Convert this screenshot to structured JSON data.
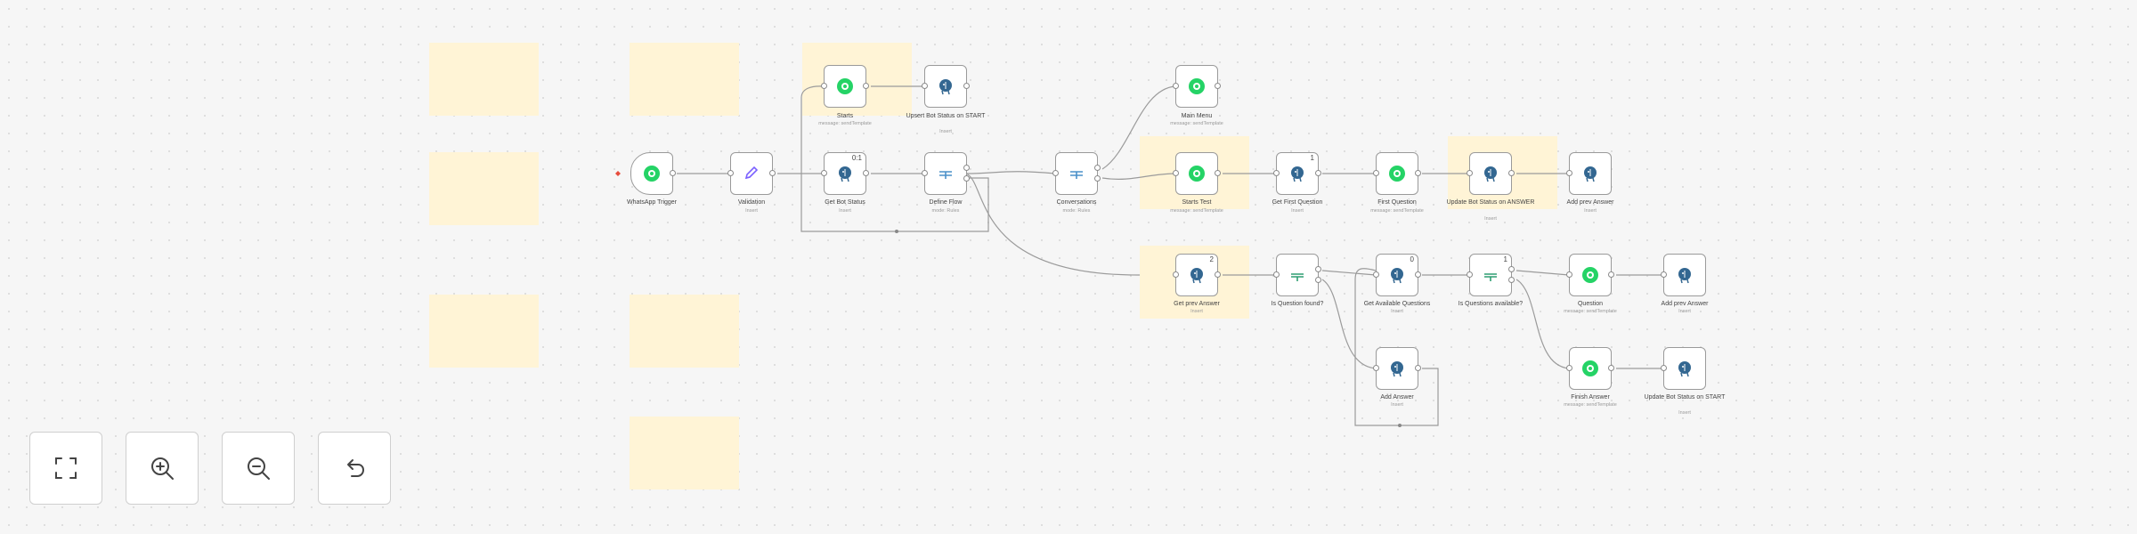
{
  "nodes": {
    "whatsapp_trigger": {
      "label": "WhatsApp Trigger",
      "sub": ""
    },
    "validation": {
      "label": "Validation",
      "sub": "Insert"
    },
    "starts": {
      "label": "Starts",
      "sub": "message: sendTemplate"
    },
    "upsert_bot_status": {
      "label": "Upsert Bot Status on START",
      "sub": "Insert"
    },
    "get_bot_status": {
      "label": "Get Bot Status",
      "sub": "Insert",
      "badge": "0:1"
    },
    "define_flow": {
      "label": "Define Flow",
      "sub": "mode: Rules"
    },
    "conversations": {
      "label": "Conversations",
      "sub": "mode: Rules"
    },
    "main_menu": {
      "label": "Main Menu",
      "sub": "message: sendTemplate"
    },
    "starts_test": {
      "label": "Starts Test",
      "sub": "message: sendTemplate"
    },
    "get_first_question": {
      "label": "Get First Question",
      "sub": "Insert",
      "badge": "1"
    },
    "first_question": {
      "label": "First Question",
      "sub": "message: sendTemplate"
    },
    "update_bot_status_answer": {
      "label": "Update Bot Status on ANSWER",
      "sub": "Insert"
    },
    "add_prev_answer_top": {
      "label": "Add prev Answer",
      "sub": "Insert"
    },
    "get_prev_answer": {
      "label": "Get prev Answer",
      "sub": "Insert",
      "badge": "2"
    },
    "is_question_found": {
      "label": "Is Question found?",
      "sub": ""
    },
    "get_available_questions": {
      "label": "Get Available Questions",
      "sub": "Insert",
      "badge": "0"
    },
    "is_questions_available": {
      "label": "Is Questions available?",
      "sub": "",
      "badge": "1"
    },
    "question": {
      "label": "Question",
      "sub": "message: sendTemplate"
    },
    "add_prev_answer_mid": {
      "label": "Add prev Answer",
      "sub": "Insert"
    },
    "add_answer": {
      "label": "Add Answer",
      "sub": "Insert"
    },
    "finish_answer": {
      "label": "Finish Answer",
      "sub": "message: sendTemplate"
    },
    "update_bot_status_start": {
      "label": "Update Bot Status on START",
      "sub": "Insert"
    }
  },
  "controls": {
    "fit_icon": "fit-view-icon",
    "zoom_in_icon": "zoom-in-icon",
    "zoom_out_icon": "zoom-out-icon",
    "reset_icon": "reset-zoom-icon"
  },
  "colors": {
    "sticky": "#fff4d6",
    "whatsapp": "#25d366",
    "postgres": "#336791",
    "switch": "#4a90c9",
    "if": "#2e9e72",
    "edge": "#9b9b9b"
  }
}
